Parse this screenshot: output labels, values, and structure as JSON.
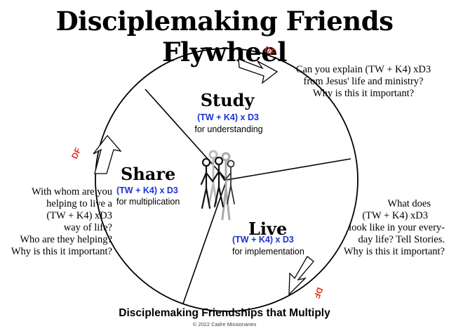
{
  "title": "Disciplemaking Friends Flywheel",
  "colors": {
    "formula": "#1a33d6",
    "df_label": "#e0311f",
    "line": "#000000"
  },
  "segments": {
    "study": {
      "title": "Study",
      "formula": "(TW + K4) x D3",
      "purpose": "for understanding"
    },
    "share": {
      "title": "Share",
      "formula": "(TW + K4) x D3",
      "purpose": "for multiplication"
    },
    "live": {
      "title": "Live",
      "formula": "(TW + K4) x D3",
      "purpose": "for implementation"
    }
  },
  "questions": {
    "study": [
      "Can you explain (TW + K4) xD3",
      "from Jesus' life and ministry?",
      "Why is this it important?"
    ],
    "share": [
      "With whom are you",
      "helping to live a",
      "(TW + K4) xD3",
      "way of life?",
      "Who are they helping?",
      "Why is this it important?"
    ],
    "live": [
      "What does",
      "(TW + K4) xD3",
      "look like in your every-",
      "day life? Tell Stories.",
      "Why is this it important?"
    ]
  },
  "arrow_label": "DF",
  "center_icon": "people-group-icon",
  "footer": "Disciplemaking Friendships that Multiply",
  "copyright": "© 2022 Cadre Missionaries"
}
